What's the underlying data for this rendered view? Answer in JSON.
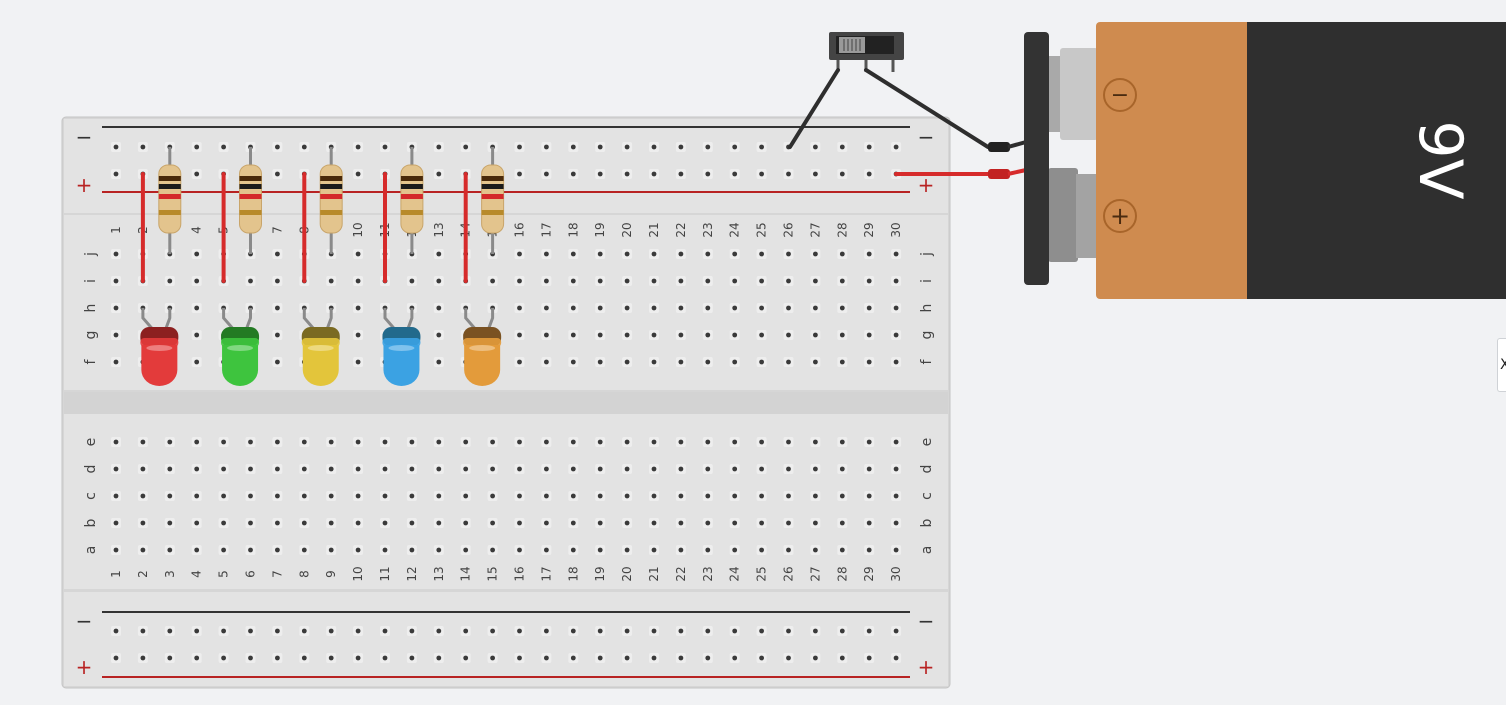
{
  "breadboard": {
    "columns": [
      "1",
      "2",
      "3",
      "4",
      "5",
      "6",
      "7",
      "8",
      "9",
      "10",
      "11",
      "12",
      "13",
      "14",
      "15",
      "16",
      "17",
      "18",
      "19",
      "20",
      "21",
      "22",
      "23",
      "24",
      "25",
      "26",
      "27",
      "28",
      "29",
      "30"
    ],
    "top_rows": [
      "j",
      "i",
      "h",
      "g",
      "f"
    ],
    "bottom_rows": [
      "e",
      "d",
      "c",
      "b",
      "a"
    ],
    "rail_minus": "−",
    "rail_plus": "+"
  },
  "battery": {
    "label": "9V",
    "minus_symbol": "−",
    "plus_symbol": "+"
  },
  "leds": [
    {
      "color": "red"
    },
    {
      "color": "green"
    },
    {
      "color": "yellow"
    },
    {
      "color": "blue"
    },
    {
      "color": "orange"
    }
  ],
  "colors": {
    "breadboard": "#dedede",
    "rail_minus_line": "#333333",
    "rail_plus_line": "#b82323",
    "wire_red": "#d62b2b",
    "wire_black": "#2e2e2e",
    "battery_body": "#2f2f2f",
    "battery_label_band": "#cf8b4f",
    "led_red": "#e33b3b",
    "led_green": "#3ec43e",
    "led_yellow": "#e3c53b",
    "led_blue": "#3ba2e3",
    "led_orange": "#e39b3b",
    "resistor_body": "#e3c48d"
  },
  "side_tab": {
    "label": "X"
  }
}
